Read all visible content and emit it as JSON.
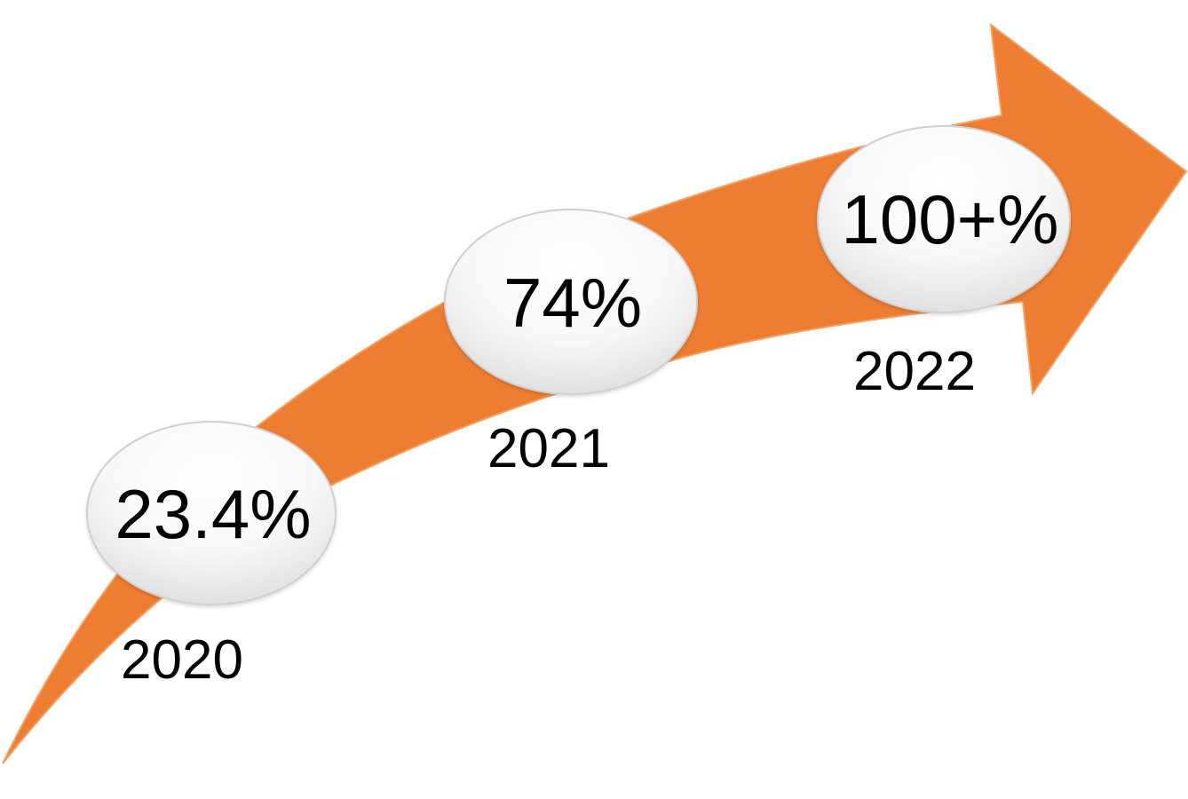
{
  "colors": {
    "arrow": "#ED7D31",
    "bubble": "#ffffff",
    "bubble_edge": "#d0d0d0",
    "text": "#000000"
  },
  "milestones": [
    {
      "value": "23.4%",
      "year": "2020"
    },
    {
      "value": "74%",
      "year": "2021"
    },
    {
      "value": "100+%",
      "year": "2022"
    }
  ]
}
